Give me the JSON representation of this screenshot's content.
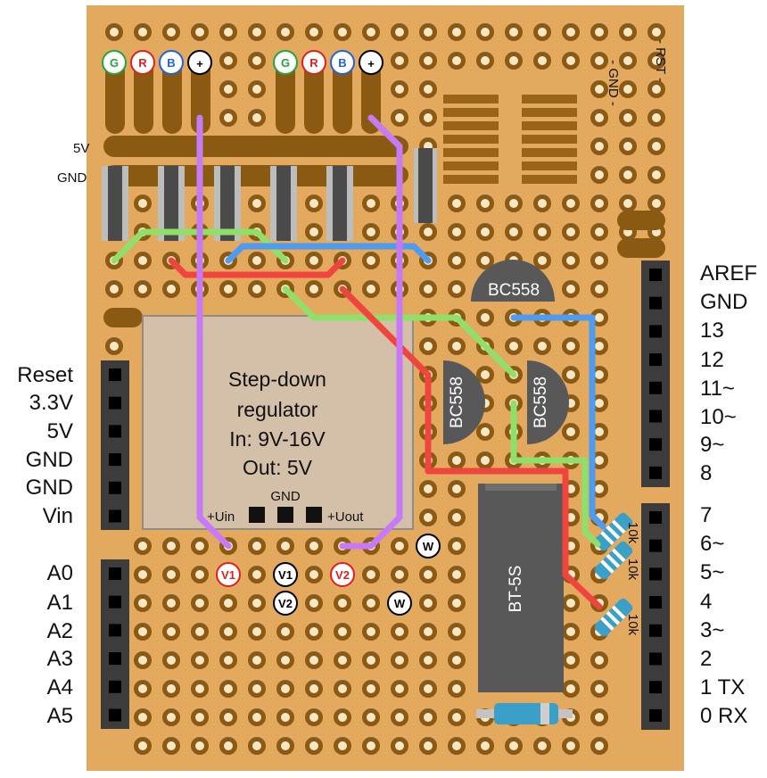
{
  "board": {
    "label_5v": "5V",
    "label_gnd": "GND",
    "label_gnd_vertical": "- GND -",
    "label_rst_vertical": "- RST -"
  },
  "led_badges": [
    {
      "text": "G",
      "color": "#22a63a"
    },
    {
      "text": "R",
      "color": "#e02020"
    },
    {
      "text": "B",
      "color": "#2060e0"
    },
    {
      "text": "+",
      "color": "#000000"
    },
    {
      "text": "G",
      "color": "#22a63a"
    },
    {
      "text": "R",
      "color": "#e02020"
    },
    {
      "text": "B",
      "color": "#2060e0"
    },
    {
      "text": "+",
      "color": "#000000"
    }
  ],
  "regulator": {
    "lines": [
      "Step-down",
      "regulator",
      "In: 9V-16V",
      "Out: 5V"
    ],
    "pin_uin": "+Uin",
    "pin_gnd": "GND",
    "pin_uout": "+Uout"
  },
  "transistors": [
    {
      "label": "BC558"
    },
    {
      "label": "BC558"
    },
    {
      "label": "BC558"
    }
  ],
  "module": {
    "label": "BT-5S"
  },
  "resistors": [
    "10k",
    "10k",
    "10k"
  ],
  "pad_markers": [
    {
      "text": "V1",
      "color": "#e02020"
    },
    {
      "text": "V1",
      "color": "#000000"
    },
    {
      "text": "V2",
      "color": "#e02020"
    },
    {
      "text": "V2",
      "color": "#000000"
    },
    {
      "text": "W",
      "color": "#000000"
    },
    {
      "text": "W",
      "color": "#000000"
    }
  ],
  "left_power_labels": [
    "Reset",
    "3.3V",
    "5V",
    "GND",
    "GND",
    "Vin"
  ],
  "left_analog_labels": [
    "A0",
    "A1",
    "A2",
    "A3",
    "A4",
    "A5"
  ],
  "right_top_labels": [
    "AREF",
    "GND",
    "13",
    "12",
    "11~",
    "10~",
    "9~",
    "8"
  ],
  "right_bottom_labels": [
    "7",
    "6~",
    "5~",
    "4",
    "3~",
    "2",
    "1 TX",
    "0 RX"
  ],
  "colors": {
    "board": "#e3a95f",
    "pad": "#8a5a12",
    "wire_purple": "#c77af5",
    "wire_green": "#8fe06a",
    "wire_blue": "#4e9bf0",
    "wire_red": "#f0453f",
    "header": "#3c3c3c",
    "component": "#585858"
  }
}
